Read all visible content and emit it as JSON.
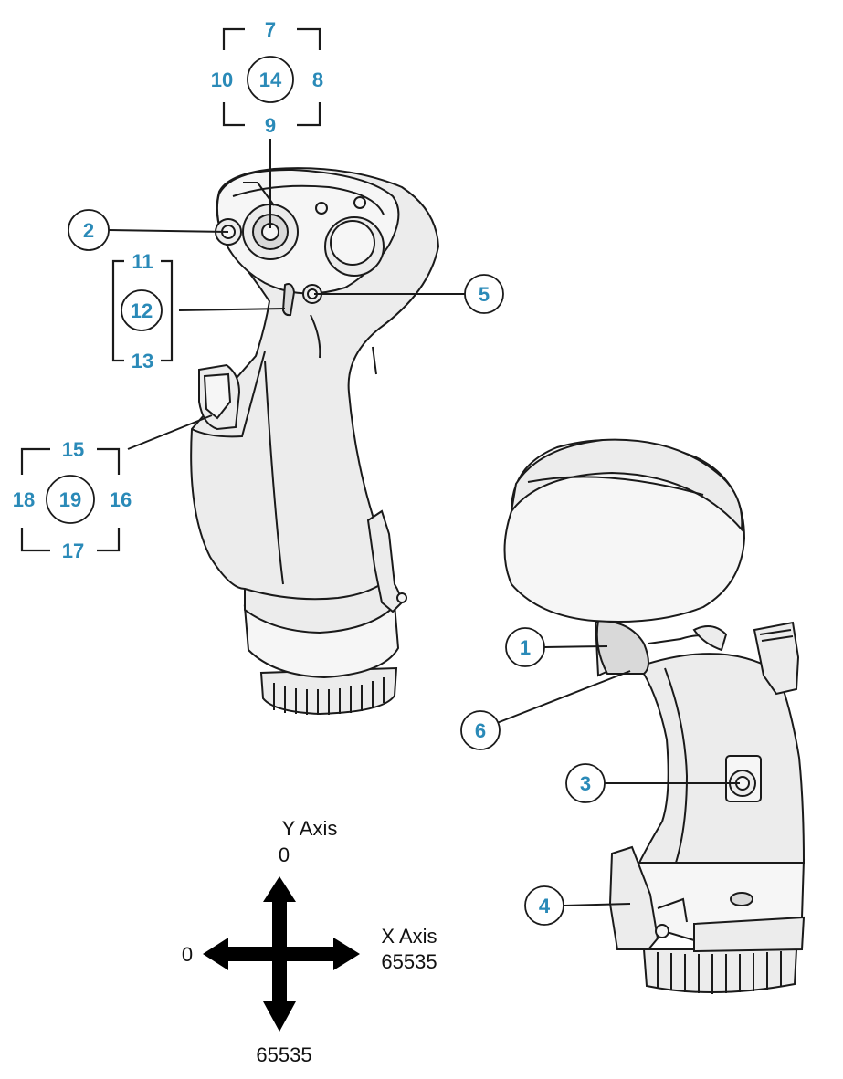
{
  "callouts": {
    "c1": "1",
    "c2": "2",
    "c3": "3",
    "c4": "4",
    "c5": "5",
    "c6": "6",
    "c12": "12",
    "c14": "14",
    "c19": "19"
  },
  "hat_top": {
    "up": "7",
    "right": "8",
    "down": "9",
    "left": "10"
  },
  "hat_left": {
    "up": "11",
    "down": "13"
  },
  "hat_bottom": {
    "up": "15",
    "right": "16",
    "down": "17",
    "left": "18"
  },
  "axes": {
    "y_title": "Y Axis",
    "y_min": "0",
    "y_max": "65535",
    "x_title": "X Axis",
    "x_min": "0",
    "x_max": "65535"
  }
}
